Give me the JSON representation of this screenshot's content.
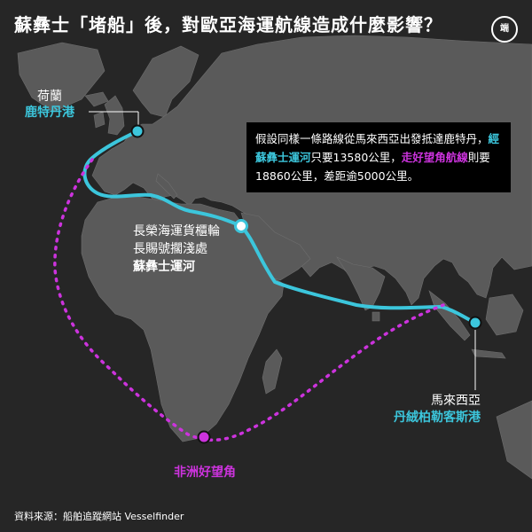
{
  "title": "蘇彝士「堵船」後，對歐亞海運航線造成什麼影響？",
  "logo_text": "端",
  "labels": {
    "rotterdam_country": "荷蘭",
    "rotterdam_port": "鹿特丹港",
    "ship_line1": "長榮海運貨櫃輪",
    "ship_line2": "長賜號擱淺處",
    "suez_canal": "蘇彝士運河",
    "malaysia_country": "馬來西亞",
    "malaysia_port": "丹絨柏勒客斯港",
    "cape": "非洲好望角"
  },
  "info": {
    "part1": "假設同樣一條路線從馬來西亞出發抵達鹿特丹，",
    "part2_hl": "經蘇彝士運河",
    "part3": "只要13580公里，",
    "part4_hl": "走好望角航線",
    "part5": "則要18860公里，差距逾5000公里。"
  },
  "source": "資料來源：船舶追蹤網站 Vesselfinder",
  "colors": {
    "background": "#262626",
    "land": "#5a5a5a",
    "suez_route": "#3cc6dc",
    "cape_route": "#cc33dd",
    "text": "#ffffff"
  },
  "icons": {
    "logo": "initium-logo",
    "rotterdam_marker": "cyan-dot",
    "suez_marker": "white-ring-dot",
    "malaysia_marker": "cyan-dot",
    "cape_marker": "magenta-dot"
  }
}
